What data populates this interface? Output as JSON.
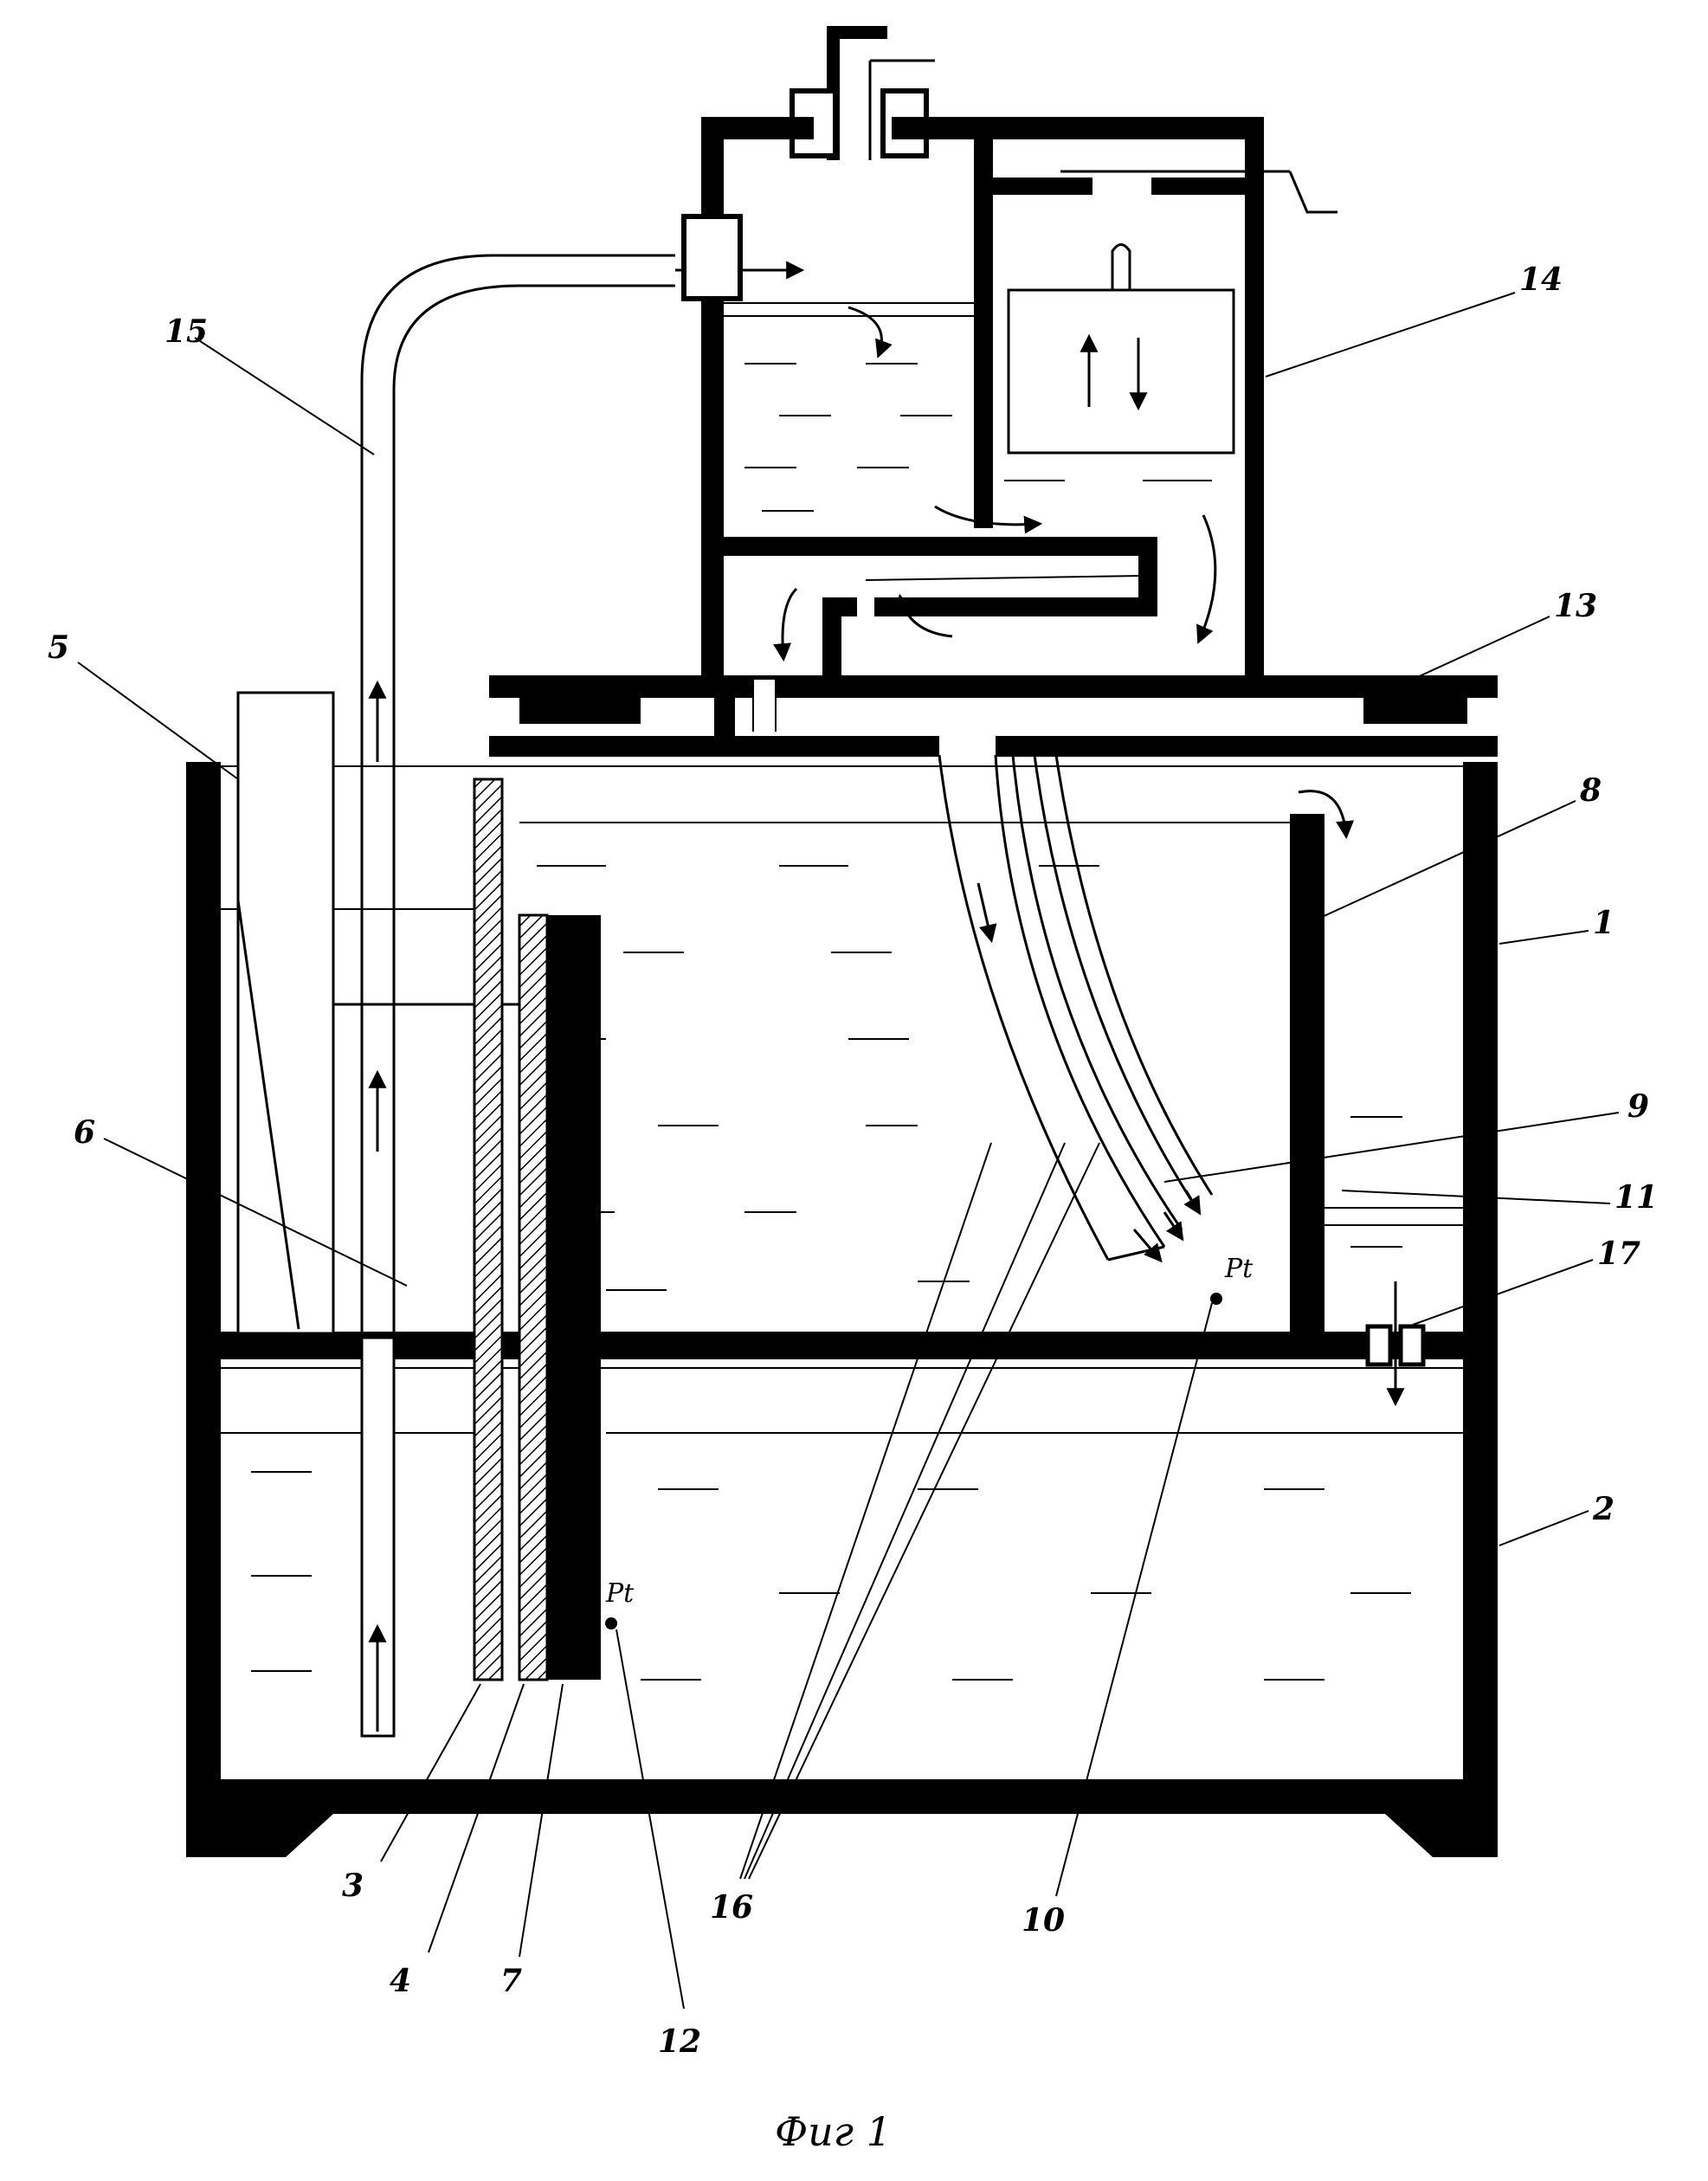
{
  "labels": {
    "l1": "1",
    "l2": "2",
    "l3": "3",
    "l4": "4",
    "l5": "5",
    "l6": "6",
    "l7": "7",
    "l8": "8",
    "l9": "9",
    "l10": "10",
    "l11": "11",
    "l12": "12",
    "l13": "13",
    "l14": "14",
    "l15": "15",
    "l16": "16",
    "l17": "17"
  },
  "electrode_marks": {
    "pt_upper": "Pt",
    "pt_lower": "Pt"
  },
  "caption": "Фиг 1",
  "colors": {
    "ink": "#000000",
    "paper": "#ffffff"
  }
}
